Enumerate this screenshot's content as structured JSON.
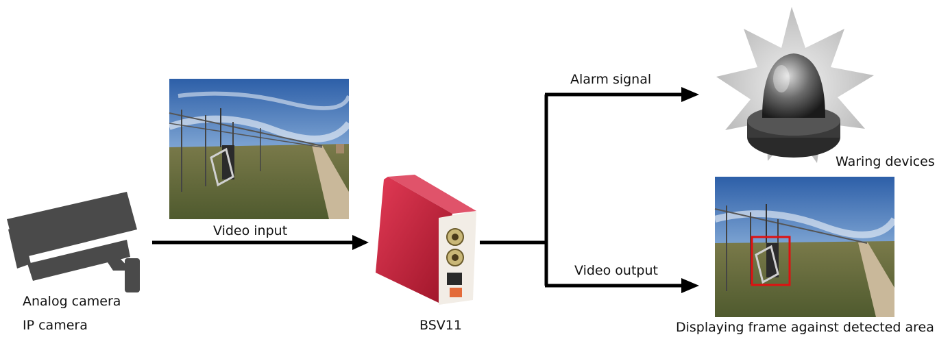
{
  "labels": {
    "analog_camera": "Analog camera",
    "ip_camera": "IP camera",
    "video_input": "Video input",
    "device_name": "BSV11",
    "alarm_signal": "Alarm signal",
    "video_output": "Video output",
    "warning_devices": "Waring devices",
    "output_caption": "Displaying frame against detected area"
  },
  "colors": {
    "arrow": "#000000",
    "device_body": "#c41e3a",
    "detection_box": "#e01010",
    "camera": "#4a4a4a"
  }
}
